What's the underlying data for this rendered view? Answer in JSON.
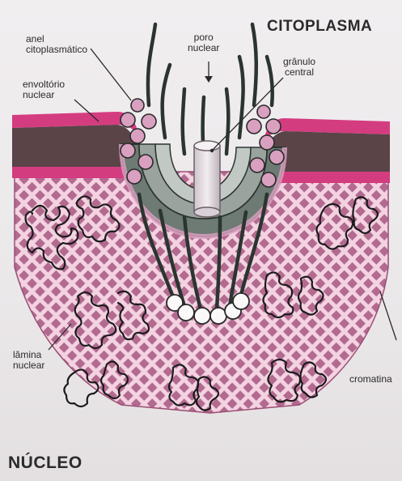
{
  "labels": {
    "citoplasma": "CITOPLASMA",
    "nucleo": "NÚCLEO",
    "anel_line1": "anel",
    "anel_line2": "citoplasmático",
    "poro_line1": "poro",
    "poro_line2": "nuclear",
    "granulo_line1": "grânulo",
    "granulo_line2": "central",
    "envoltorio_line1": "envoltório",
    "envoltorio_line2": "nuclear",
    "lamina_line1": "lâmina",
    "lamina_line2": "nuclear",
    "cromatina": "cromatina"
  },
  "colors": {
    "background": "#ebe8ea",
    "membrane_stripe": "#d43c80",
    "membrane_dark": "#5a4448",
    "lamina_pink": "#cf8fae",
    "pore_complex": "#d9a0c0",
    "pore_gray": "#6e7a74",
    "fibril": "#2b3530",
    "chromatin": "#1b1b1b"
  }
}
